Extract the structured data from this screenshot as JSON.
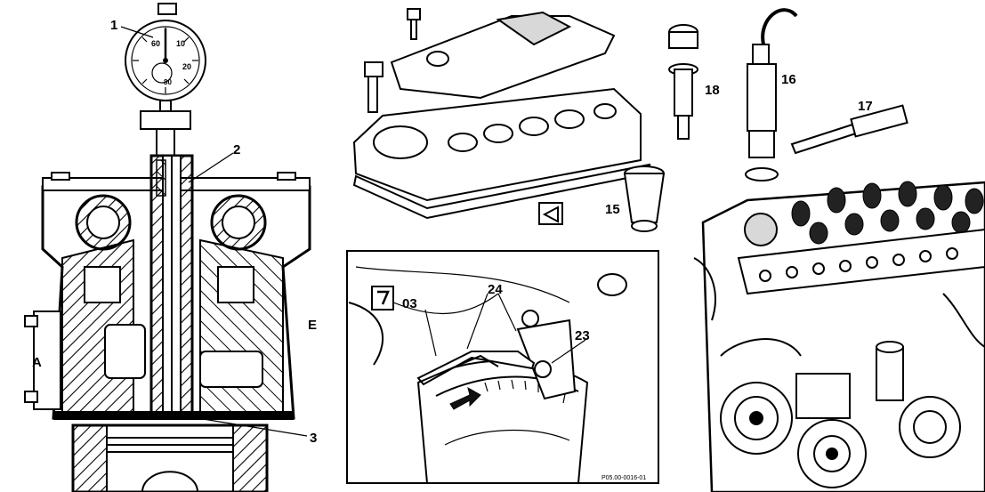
{
  "callouts": {
    "c1": "1",
    "c2": "2",
    "c3": "3",
    "cA": "A",
    "cE": "E",
    "c15": "15",
    "c16": "16",
    "c17": "17",
    "c18": "18",
    "c03": "03",
    "c24": "24",
    "c23": "23"
  },
  "gauge_dial": {
    "d60": "60",
    "d10": "10",
    "d20": "20",
    "d80": "80"
  },
  "reference_code": "P05.00-0016-01",
  "colors": {
    "ink": "#000000",
    "paper": "#ffffff",
    "hatch_gray": "#d8d8d8"
  },
  "icons": [
    "dial-gauge-icon",
    "tool-symbol-icon",
    "caution-triangle-icon",
    "arrow-icon"
  ]
}
